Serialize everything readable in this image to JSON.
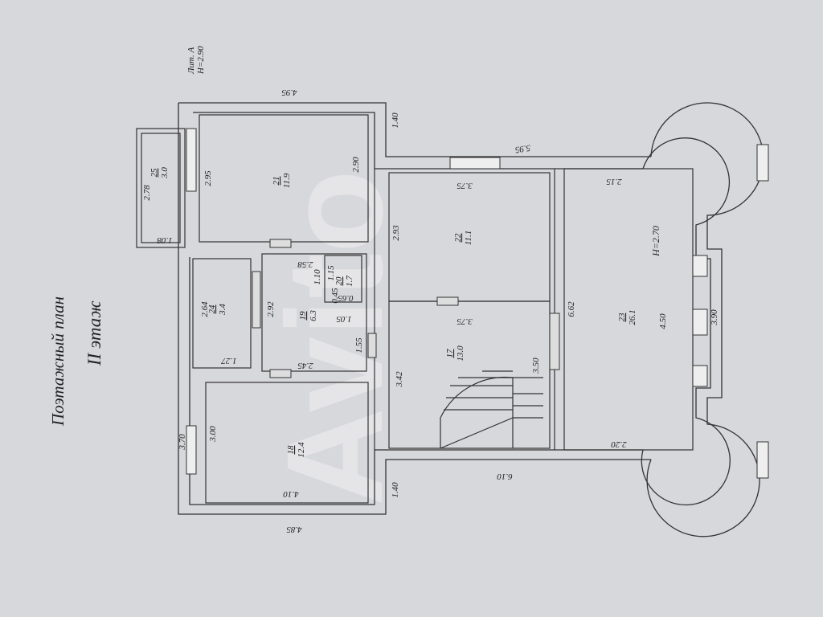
{
  "title": {
    "line1": "Поэтажный план",
    "line2": "II этаж"
  },
  "stamp": {
    "lit": "Лит. А",
    "height": "H=2.90"
  },
  "watermark": "Avito",
  "rooms": [
    {
      "id": "21",
      "area": "11.9"
    },
    {
      "id": "22",
      "area": "11.1"
    },
    {
      "id": "23",
      "area": "26.1"
    },
    {
      "id": "24",
      "area": "3.4"
    },
    {
      "id": "25",
      "area": "3.0"
    },
    {
      "id": "17",
      "area": "13.0"
    },
    {
      "id": "18",
      "area": "12.4"
    },
    {
      "id": "19",
      "area": "6.3"
    },
    {
      "id": "20",
      "area": "1.7"
    }
  ],
  "room_height_23": "H=2.70",
  "dimensions": {
    "top_wall": "4.95",
    "top_wall_b": "5.95",
    "left_lower_wall": "4.85",
    "bottom_mid": "6.10",
    "corner_top": "1.40",
    "corner_bottom": "1.40",
    "left_mid": "3.70",
    "r21_h": "2.95",
    "r21_w": "2.90",
    "r22_w": "2.93",
    "r22_h": "3.75",
    "r22_h2": "3.75",
    "r23_top": "2.15",
    "r23_bot": "2.20",
    "r23_mid": "4.50",
    "r23_right": "3.90",
    "r23_left": "6.62",
    "r25_h": "2.78",
    "r25_w": "1.08",
    "r24_h": "2.64",
    "r24_w": "1.27",
    "r19_h": "2.92",
    "r19_w": "2.45",
    "r19_top": "2.58",
    "r19_mid": "1.10",
    "r20_a": "1.15",
    "r20_b": "0.65",
    "r20_c": "1.05",
    "r20_d": "0.45",
    "r17_h": "3.42",
    "r17_side": "1.55",
    "r17_stairs": "3.50",
    "r18_h": "3.00",
    "r18_w": "4.10"
  }
}
